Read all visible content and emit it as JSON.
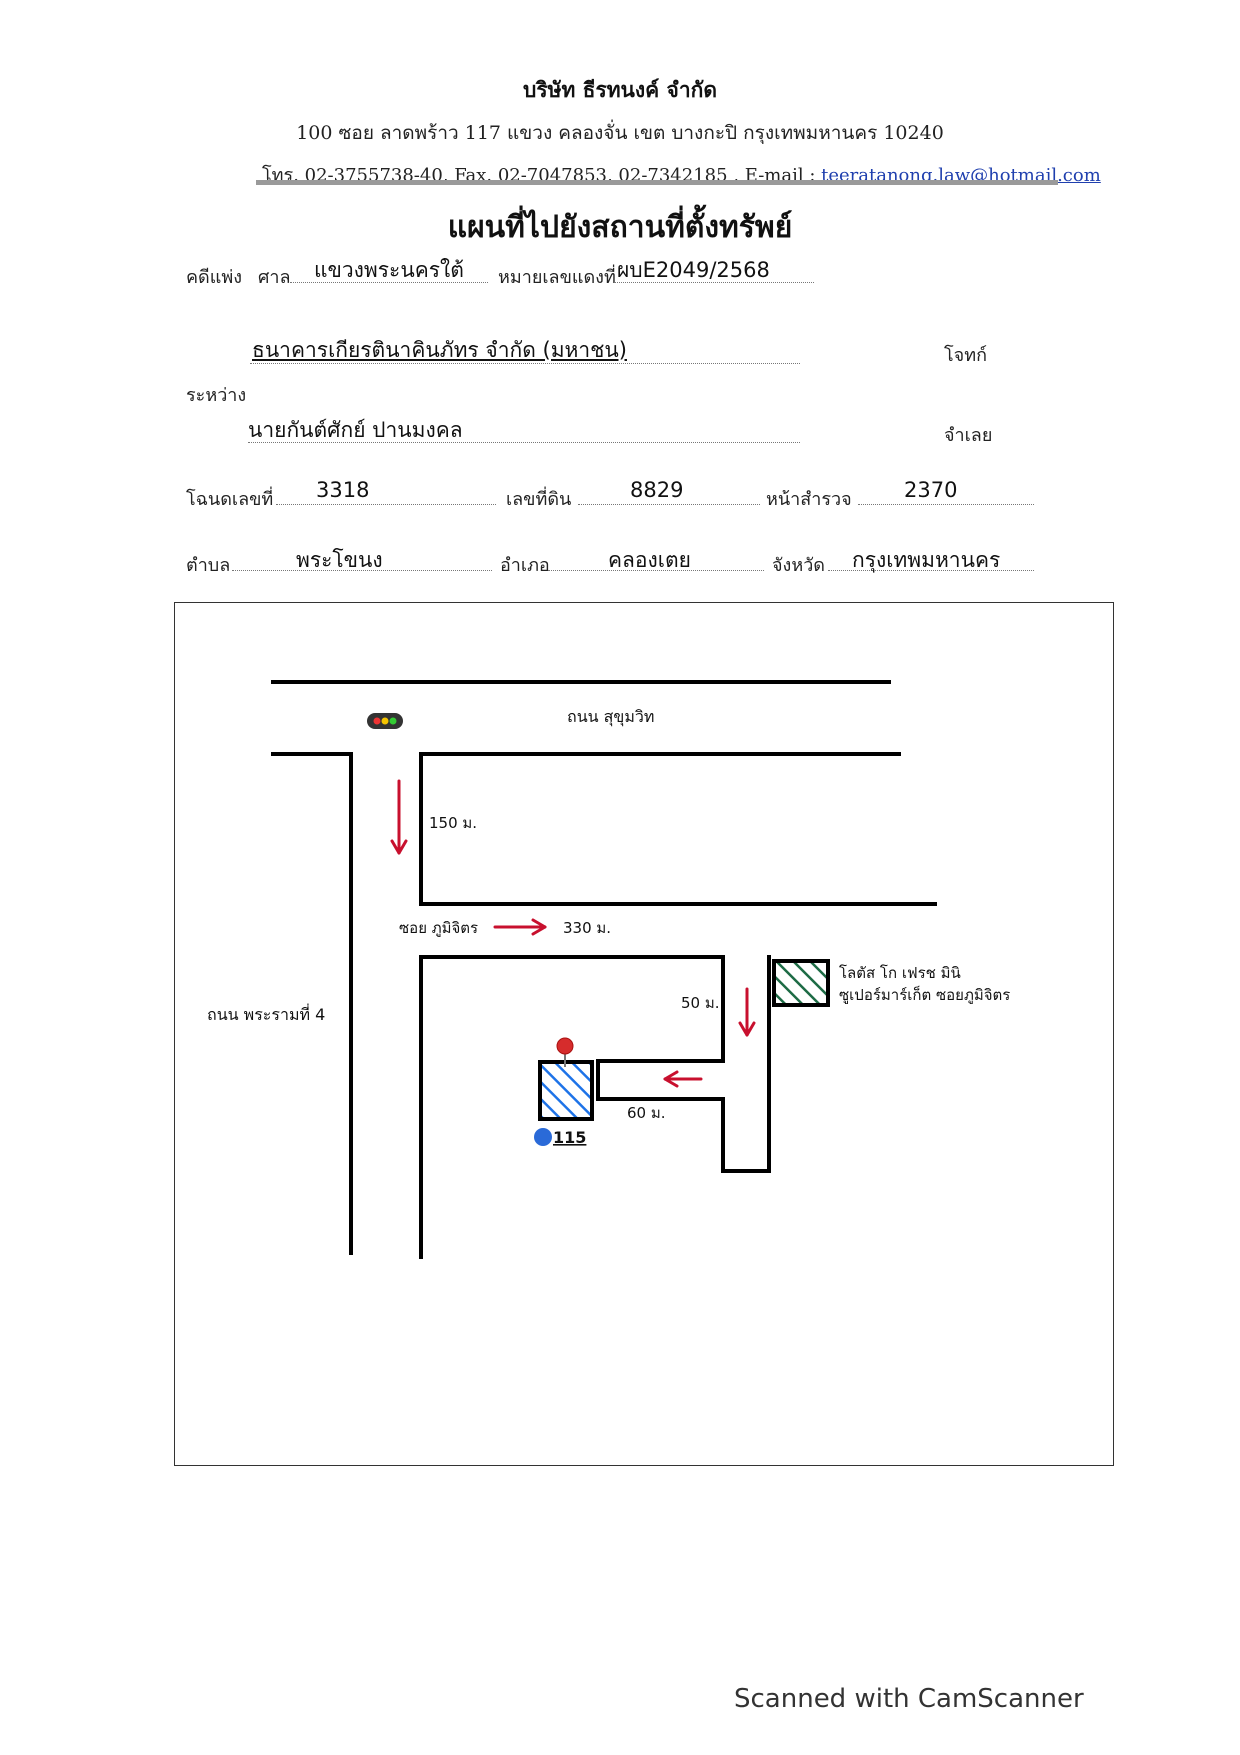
{
  "header": {
    "company": "บริษัท ธีรทนงค์ จำกัด",
    "address": "100   ซอย ลาดพร้าว 117    แขวง คลองจั่น    เขต บางกะปิ   กรุงเทพมหานคร  10240",
    "contact_prefix": "โทร. 02-3755738-40, Fax.  02-7047853, 02-7342185 , E-mail : ",
    "email": "teeratanong.law@hotmail.com"
  },
  "title": "แผนที่ไปยังสถานที่ตั้งทรัพย์",
  "case": {
    "civil_case_label": "คดีแพ่ง",
    "court_label": "ศาล",
    "court_value": "แขวงพระนครใต้",
    "red_number_label": "หมายเลขแดงที่",
    "red_number_value": "ผบE2049/2568"
  },
  "parties": {
    "plaintiff_value": "ธนาคารเกียรตินาคินภัทร จำกัด (มหาชน)",
    "plaintiff_label": "โจทก์",
    "between_label": "ระหว่าง",
    "defendant_value": "นายกันต์ศักย์ ปานมงคล",
    "defendant_label": "จำเลย"
  },
  "deed": {
    "deed_no_label": "โฉนดเลขที่",
    "deed_no_value": "3318",
    "land_no_label": "เลขที่ดิน",
    "land_no_value": "8829",
    "survey_page_label": "หน้าสำรวจ",
    "survey_page_value": "2370"
  },
  "location": {
    "subdistrict_label": "ตำบล",
    "subdistrict_value": "พระโขนง",
    "district_label": "อำเภอ",
    "district_value": "คลองเตย",
    "province_label": "จังหวัด",
    "province_value": "กรุงเทพมหานคร"
  },
  "map": {
    "road_sukhumvit": "ถนน สุขุมวิท",
    "road_rama4": "ถนน พระรามที่ 4",
    "soi_phumijit": "ซอย ภูมิจิตร",
    "dist_150": "150 ม.",
    "dist_330": "330 ม.",
    "dist_50": "50 ม.",
    "dist_60": "60 ม.",
    "landmark_line1": "โลตัส โก เฟรช มินิ",
    "landmark_line2": "ซูเปอร์มาร์เก็ต ซอยภูมิจิตร",
    "property_number": "115",
    "colors": {
      "arrow": "#c8102e",
      "property_hatch": "#1e73e8",
      "landmark_hatch": "#1d6b45",
      "pin": "#d62c2c"
    }
  },
  "footer": "Scanned with CamScanner"
}
